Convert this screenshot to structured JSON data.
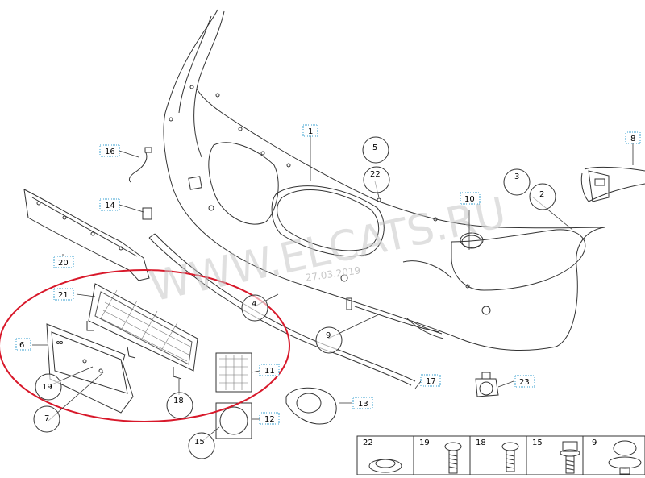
{
  "watermark": {
    "main": "WWW.ELCATS.RU",
    "date": "27.03.2019"
  },
  "colors": {
    "line": "#333333",
    "box": "#3aa0d0",
    "highlight": "#d8182a",
    "watermark": "#c8c8c8"
  },
  "parts": [
    {
      "id": "1"
    },
    {
      "id": "2"
    },
    {
      "id": "3"
    },
    {
      "id": "4"
    },
    {
      "id": "5"
    },
    {
      "id": "6"
    },
    {
      "id": "7"
    },
    {
      "id": "8"
    },
    {
      "id": "9"
    },
    {
      "id": "10"
    },
    {
      "id": "11"
    },
    {
      "id": "12"
    },
    {
      "id": "13"
    },
    {
      "id": "14"
    },
    {
      "id": "15"
    },
    {
      "id": "16"
    },
    {
      "id": "17"
    },
    {
      "id": "18"
    },
    {
      "id": "19"
    },
    {
      "id": "20"
    },
    {
      "id": "21"
    },
    {
      "id": "22"
    },
    {
      "id": "23"
    }
  ],
  "fastener_table": [
    {
      "id": "22",
      "icon": "clip-icon"
    },
    {
      "id": "19",
      "icon": "screw-icon"
    },
    {
      "id": "18",
      "icon": "screw-icon"
    },
    {
      "id": "15",
      "icon": "bolt-icon"
    },
    {
      "id": "9",
      "icon": "rivet-icon"
    }
  ]
}
